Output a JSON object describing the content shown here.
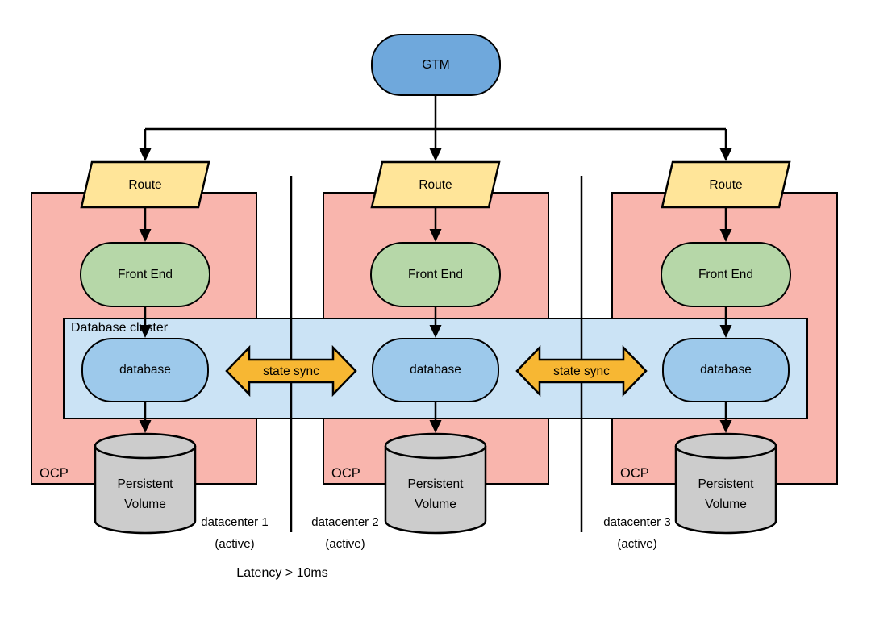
{
  "diagram": {
    "gtm_label": "GTM",
    "cluster_label": "Database cluster",
    "ocp_label": "OCP",
    "state_sync_label": "state sync",
    "latency_label": "Latency > 10ms",
    "columns": [
      {
        "route_label": "Route",
        "front_end_label": "Front End",
        "database_label": "database",
        "volume_label_line1": "Persistent",
        "volume_label_line2": "Volume",
        "datacenter_label_line1": "datacenter 1",
        "datacenter_label_line2": "(active)"
      },
      {
        "route_label": "Route",
        "front_end_label": "Front End",
        "database_label": "database",
        "volume_label_line1": "Persistent",
        "volume_label_line2": "Volume",
        "datacenter_label_line1": "datacenter 2",
        "datacenter_label_line2": "(active)"
      },
      {
        "route_label": "Route",
        "front_end_label": "Front End",
        "database_label": "database",
        "volume_label_line1": "Persistent",
        "volume_label_line2": "Volume",
        "datacenter_label_line1": "datacenter 3",
        "datacenter_label_line2": "(active)"
      }
    ],
    "colors": {
      "gtm_fill": "#6FA8DC",
      "route_fill": "#FFE599",
      "front_end_fill": "#B6D7A8",
      "database_fill": "#9DC9EB",
      "cluster_band_fill": "#CBE3F5",
      "ocp_fill": "#F9B5AD",
      "state_sync_fill": "#F7B733",
      "volume_fill": "#CCCCCC",
      "outline": "#000000"
    }
  }
}
